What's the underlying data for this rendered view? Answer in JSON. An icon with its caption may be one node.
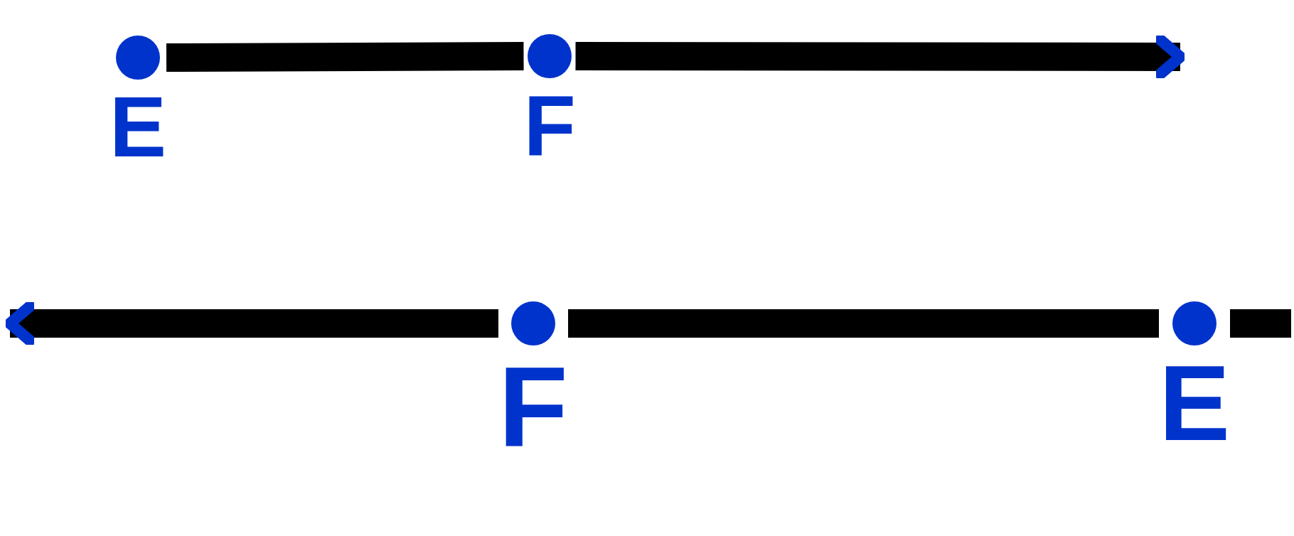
{
  "diagram": {
    "nodes": [
      {
        "text": [
          "E"
        ]
      },
      {
        "text": [
          "F"
        ]
      },
      {
        "text": [
          "F"
        ]
      },
      {
        "text": [
          "E"
        ]
      }
    ],
    "edges": [
      {
        "from": 0,
        "to": 1,
        "arrow": "none"
      },
      {
        "from": 1,
        "to": null,
        "arrow": "to"
      },
      {
        "from": 2,
        "to": null,
        "arrow": "to"
      },
      {
        "from": 2,
        "to": 3,
        "arrow": "none"
      },
      {
        "from": 3,
        "to": null,
        "arrow": "none"
      }
    ]
  }
}
